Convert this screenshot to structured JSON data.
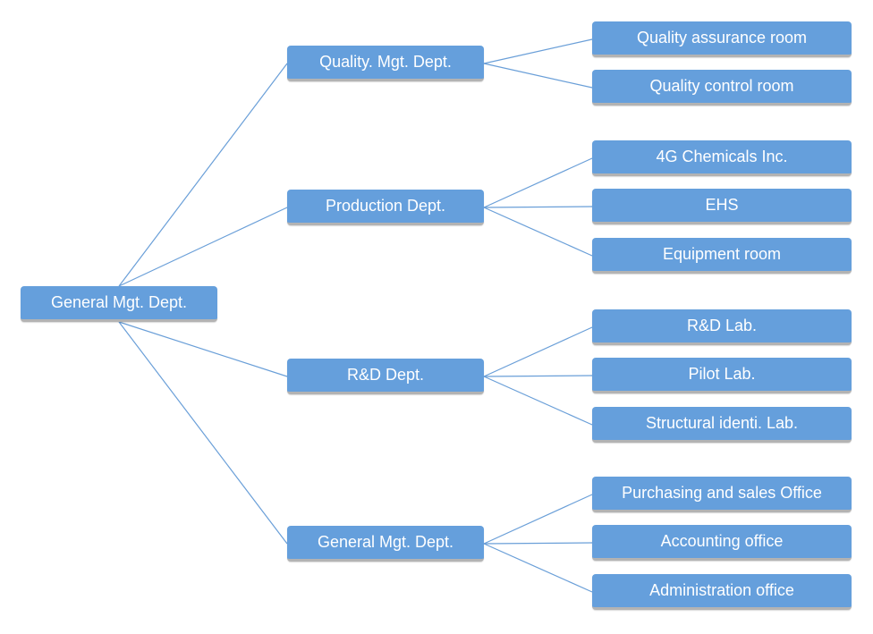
{
  "colors": {
    "node_fill": "#659fdc",
    "node_text": "#ffffff",
    "connector": "#6a9fd8",
    "node_shadow": "#b3b3b3"
  },
  "root": {
    "label": "General Mgt. Dept."
  },
  "departments": [
    {
      "label": "Quality. Mgt. Dept.",
      "units": [
        "Quality assurance room",
        "Quality control room"
      ]
    },
    {
      "label": "Production Dept.",
      "units": [
        "4G Chemicals Inc.",
        "EHS",
        "Equipment room"
      ]
    },
    {
      "label": "R&D Dept.",
      "units": [
        "R&D Lab.",
        "Pilot  Lab.",
        "Structural identi. Lab."
      ]
    },
    {
      "label": "General Mgt. Dept.",
      "units": [
        "Purchasing and sales Office",
        "Accounting office",
        "Administration office"
      ]
    }
  ]
}
